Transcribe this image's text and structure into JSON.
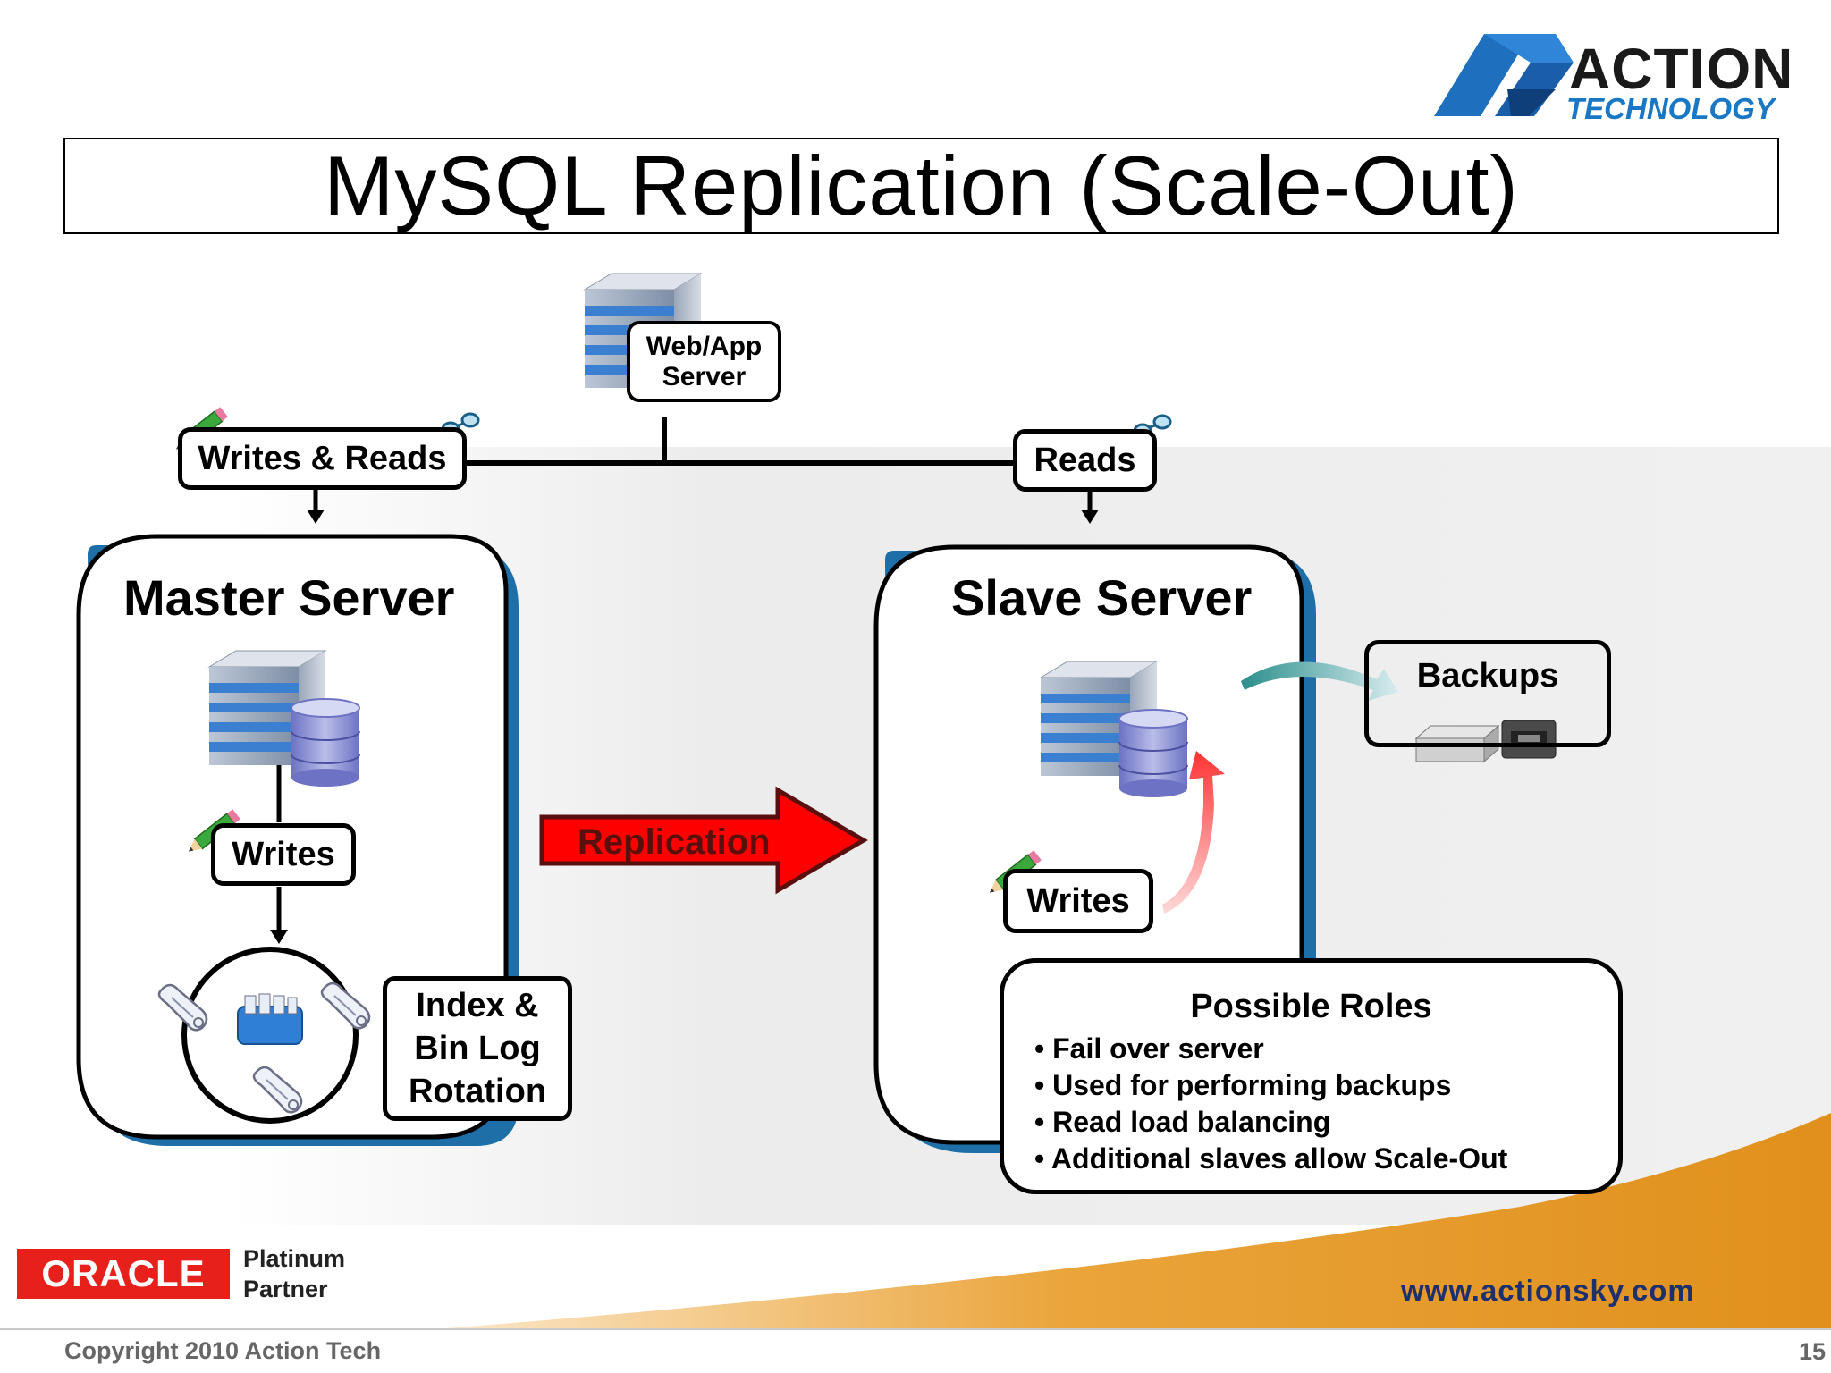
{
  "slide": {
    "title": "MySQL Replication (Scale-Out)",
    "page_number": "15",
    "copyright": "Copyright 2010 Action Tech",
    "url": "www.actionsky.com"
  },
  "logo": {
    "line1": "ACTION",
    "line2": "TECHNOLOGY"
  },
  "partner": {
    "oracle": "ORACLE",
    "line1": "Platinum",
    "line2": "Partner"
  },
  "diagram": {
    "web_app_server": "Web/App\nServer",
    "writes_reads": "Writes & Reads",
    "reads": "Reads",
    "master_title": "Master Server",
    "slave_title": "Slave Server",
    "master_writes": "Writes",
    "slave_writes": "Writes",
    "index_binlog": "Index &\nBin Log\nRotation",
    "replication": "Replication",
    "backups": "Backups",
    "roles_title": "Possible Roles",
    "roles": [
      "Fail over server",
      "Used for performing backups",
      "Read load balancing",
      "Additional slaves allow Scale-Out"
    ]
  },
  "colors": {
    "replication_arrow": "#ff0000",
    "panel_shadow": "#1e6fa8",
    "footer_swoosh": "#e39a2a",
    "oracle_red": "#e8201b",
    "logo_blue": "#1a77c4"
  }
}
